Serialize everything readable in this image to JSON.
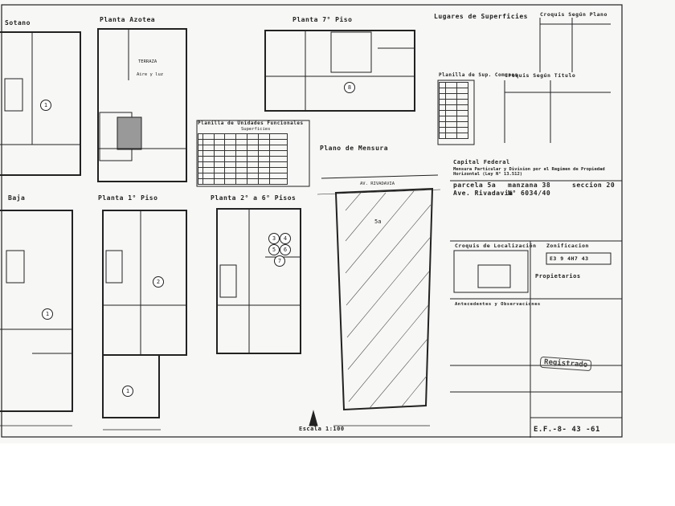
{
  "plans": {
    "sotano": "Sotano",
    "azotea": "Planta Azotea",
    "piso7": "Planta 7° Piso",
    "baja": "Baja",
    "piso1": "Planta 1° Piso",
    "piso2a6": "Planta 2° a 6° Pisos",
    "mensura": "Plano de Mensura",
    "terraza": "TERRAZA",
    "aire_luz": "Aire y luz"
  },
  "tables": {
    "superficies_title": "Lugares de Superficies",
    "planilla_comunes": "Planilla de Sup. Comunes",
    "planilla_uf": "Planilla de Unidades Funcionales",
    "superficies": "Superficies"
  },
  "croquis": {
    "segun_plano": "Croquis Según Plano",
    "segun_titulo": "Croquis Según Título",
    "localizacion": "Croquis de Localización"
  },
  "title_block": {
    "capital": "Capital Federal",
    "descripcion": "Mensura Particular y Division por el Regimen de Propiedad Horizontal (Ley N° 13.512)",
    "parcela": "parcela 5a",
    "manzana": "manzana 38",
    "seccion": "seccion 20",
    "avenida": "Ave. Rivadavia",
    "numero": "N° 6034/40",
    "propietarios_label": "Propietarios",
    "antecedentes": "Antecedentes y Observaciones",
    "zonificacion_label": "Zonificacion",
    "zonificacion": "E3 9 4H7 43",
    "registrado": "Registrado",
    "plano_numero": "E.F.-8- 43 -61",
    "escala": "Escala 1:100"
  },
  "street": "AV. RIVADAVIA",
  "unit_numbers": [
    "1",
    "2",
    "3",
    "4",
    "5",
    "6",
    "7",
    "8"
  ],
  "parcel_label": "5a"
}
